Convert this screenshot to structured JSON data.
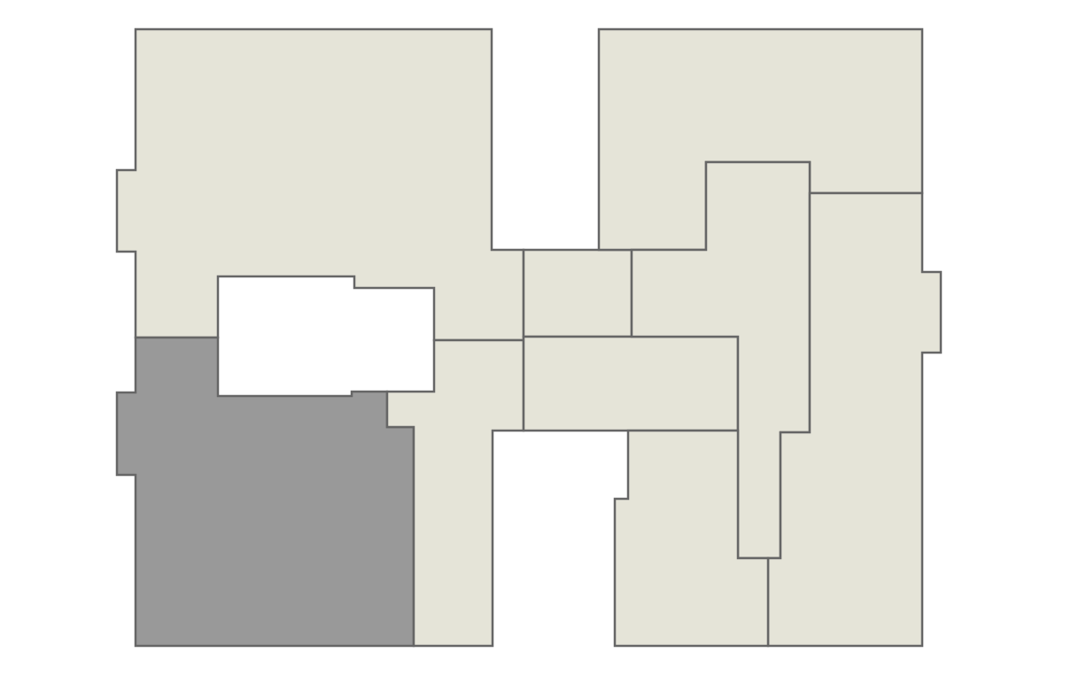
{
  "colors": {
    "background": "#ffffff",
    "unit_fill": "#e5e4d8",
    "selected_fill": "#999999",
    "outline": "#666666"
  },
  "floor_plan": {
    "selected_unit": "unit-sw",
    "units": [
      {
        "id": "unit-nw"
      },
      {
        "id": "unit-sw"
      },
      {
        "id": "unit-south-corridor"
      },
      {
        "id": "unit-center-north"
      },
      {
        "id": "unit-center"
      },
      {
        "id": "unit-ne"
      },
      {
        "id": "unit-north-vertical"
      },
      {
        "id": "unit-east"
      },
      {
        "id": "unit-se-center"
      },
      {
        "id": "unit-se"
      }
    ]
  }
}
